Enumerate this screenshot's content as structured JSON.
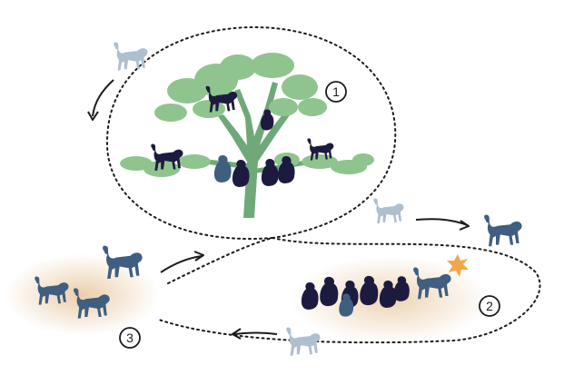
{
  "diagram": {
    "stages": [
      {
        "marker": "1",
        "description_visible": false
      },
      {
        "marker": "2",
        "description_visible": false
      },
      {
        "marker": "3",
        "description_visible": false
      }
    ]
  },
  "colors": {
    "background": "#ffffff",
    "dotted_path": "#1b1b1b",
    "tree_foliage": "#8fc48e",
    "tree_trunk": "#6fa97a",
    "monkey_dark": "#1c1b3f",
    "monkey_mid": "#3f5e80",
    "monkey_light": "#aebfcf",
    "glow": "#e8c9a0",
    "spark": "#f2a64a"
  },
  "icons": [
    "monkey-silhouette",
    "tree",
    "spark-burst",
    "arrow"
  ]
}
